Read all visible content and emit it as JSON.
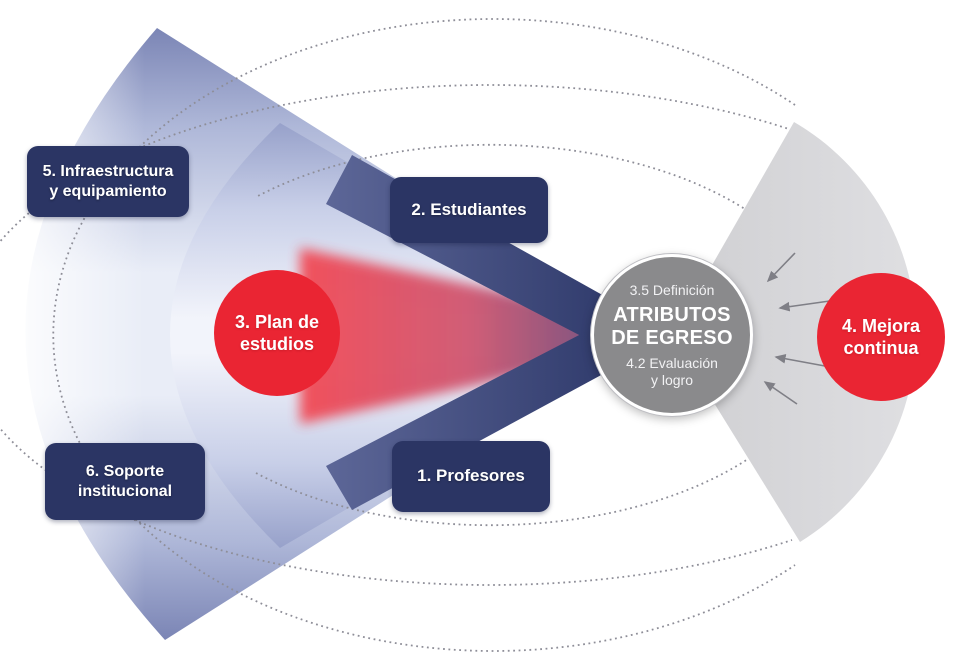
{
  "center_circle": {
    "top_label": "3.5 Definición",
    "title_line1": "ATRIBUTOS",
    "title_line2": "DE EGRESO",
    "bottom_label_line1": "4.2 Evaluación",
    "bottom_label_line2": "y logro"
  },
  "boxes": {
    "infraestructura": {
      "line1": "5. Infraestructura",
      "line2": "y equipamiento"
    },
    "estudiantes": {
      "line1": "2. Estudiantes"
    },
    "profesores": {
      "line1": "1. Profesores"
    },
    "soporte": {
      "line1": "6. Soporte",
      "line2": "institucional"
    }
  },
  "red_circles": {
    "plan": {
      "line1": "3. Plan de",
      "line2": "estudios"
    },
    "mejora": {
      "line1": "4. Mejora",
      "line2": "continua"
    }
  },
  "colors": {
    "navy_box": "#2b3564",
    "red": "#ea2533",
    "center_gray": "#8a8a8c",
    "sector_gray": "#d7d7da",
    "fan_edge_blue": "#7b85b5",
    "dotted_line": "#8e8e98",
    "arrow_gray": "#7f7f86"
  }
}
